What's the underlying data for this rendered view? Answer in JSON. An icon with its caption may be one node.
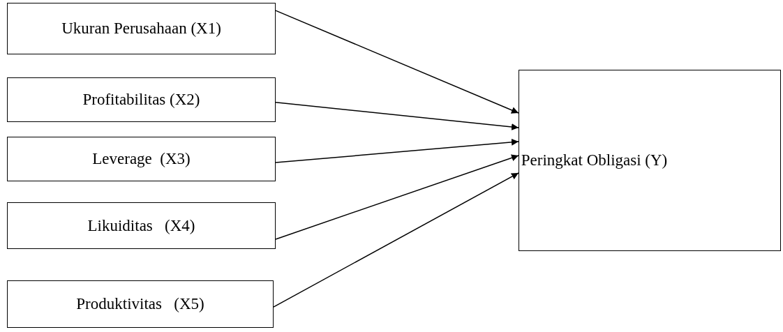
{
  "diagram": {
    "nodes": [
      {
        "text": [
          "Ukuran Perusahaan (X1)"
        ]
      },
      {
        "text": [
          "Profitabilitas (X2)"
        ]
      },
      {
        "text": [
          "Leverage  (X3)"
        ]
      },
      {
        "text": [
          "Likuiditas   (X4)"
        ]
      },
      {
        "text": [
          "Produktivitas   (X5)"
        ]
      },
      {
        "text": [
          "Peringkat Obligasi (Y)"
        ]
      }
    ],
    "edges": [
      {
        "from": 0,
        "to": 5,
        "arrow": "to"
      },
      {
        "from": 1,
        "to": 5,
        "arrow": "to"
      },
      {
        "from": 2,
        "to": 5,
        "arrow": "to"
      },
      {
        "from": 3,
        "to": 5,
        "arrow": "to"
      },
      {
        "from": 4,
        "to": 5,
        "arrow": "to"
      }
    ]
  }
}
